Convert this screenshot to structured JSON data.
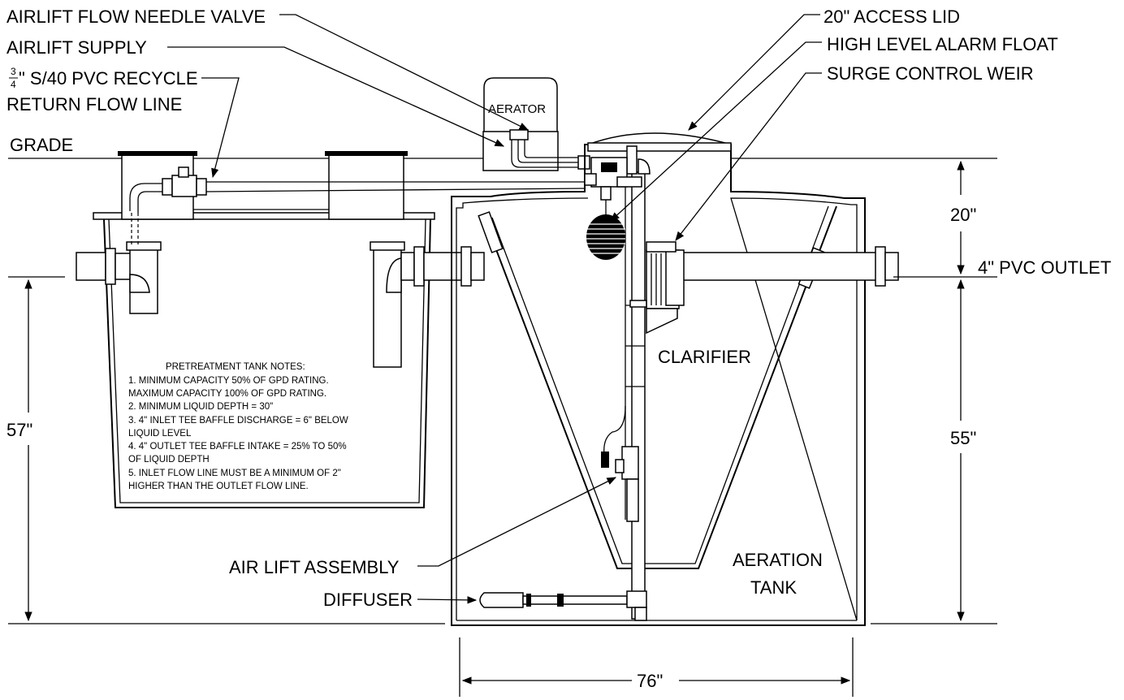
{
  "labels": {
    "airlift_flow_needle_valve": "AIRLIFT FLOW NEEDLE VALVE",
    "airlift_supply": "AIRLIFT SUPPLY",
    "recycle_fraction_num": "3",
    "recycle_fraction_den": "4",
    "recycle_line_1": "\" S/40 PVC RECYCLE",
    "recycle_line_2": "RETURN FLOW LINE",
    "grade": "GRADE",
    "aerator": "AERATOR",
    "access_lid": "20\" ACCESS LID",
    "high_level_alarm_float": "HIGH LEVEL ALARM FLOAT",
    "surge_control_weir": "SURGE CONTROL WEIR",
    "pvc_outlet": "4\" PVC OUTLET",
    "clarifier": "CLARIFIER",
    "air_lift_assembly": "AIR LIFT ASSEMBLY",
    "diffuser": "DIFFUSER",
    "aeration_tank_1": "AERATION",
    "aeration_tank_2": "TANK"
  },
  "dimensions": {
    "height_left": "57\"",
    "height_right_top": "20\"",
    "height_right_bottom": "55\"",
    "width_bottom": "76\""
  },
  "notes": {
    "title": "PRETREATMENT TANK NOTES:",
    "lines": [
      "1.  MINIMUM CAPACITY 50% OF GPD RATING.",
      "     MAXIMUM CAPACITY 100% OF GPD RATING.",
      "2.  MINIMUM LIQUID DEPTH = 30\"",
      "3.  4\" INLET TEE BAFFLE DISCHARGE = 6\" BELOW",
      "     LIQUID LEVEL",
      "4.  4\" OUTLET TEE BAFFLE INTAKE = 25% TO 50%",
      "     OF LIQUID DEPTH",
      "5.  INLET FLOW LINE MUST BE A MINIMUM OF 2\"",
      "     HIGHER THAN THE OUTLET FLOW LINE."
    ]
  }
}
